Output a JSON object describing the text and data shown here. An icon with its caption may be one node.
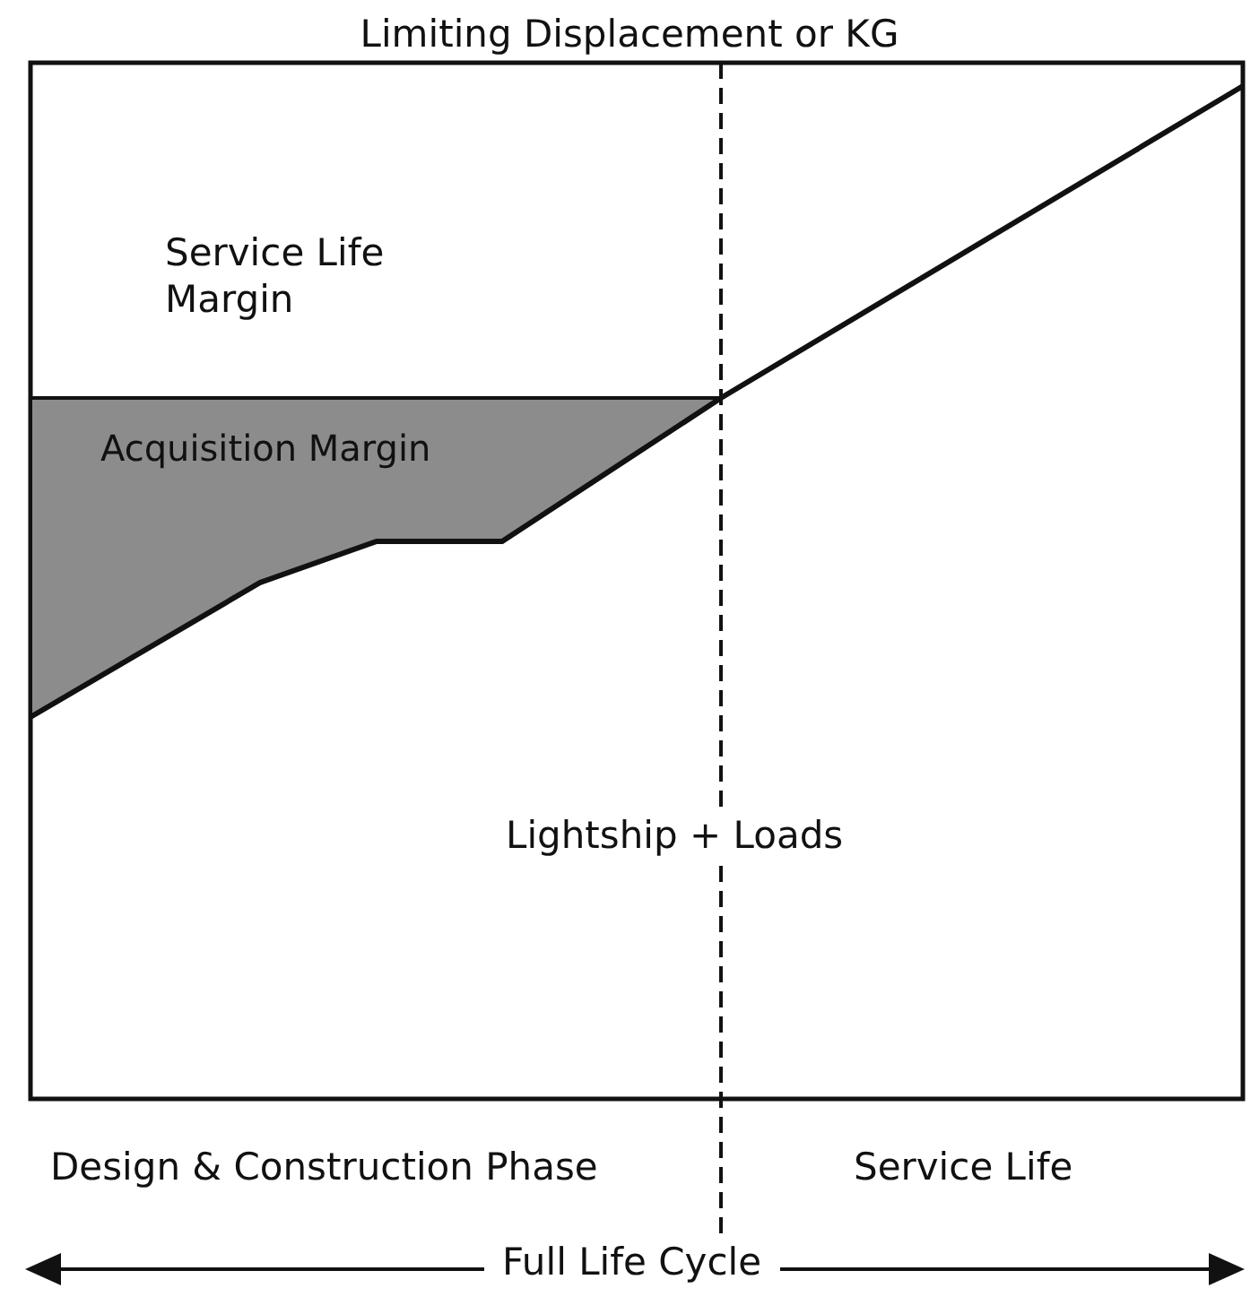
{
  "diagram": {
    "title": "Limiting Displacement or KG",
    "labels": [
      "Service Life Margin",
      "Acquisition Margin",
      "Lightship + Loads",
      "Design & Construction Phase",
      "Service Life",
      "Full Life Cycle"
    ]
  }
}
